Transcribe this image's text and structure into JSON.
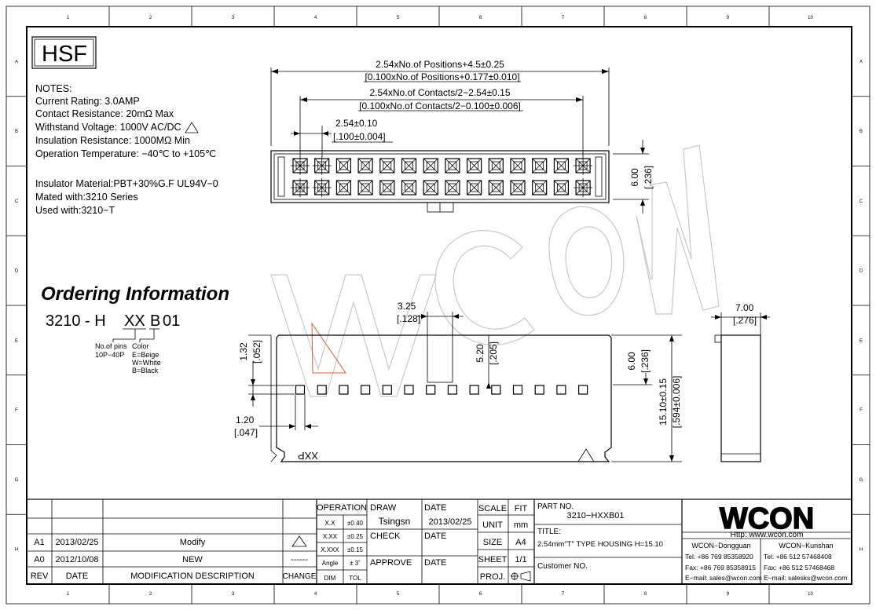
{
  "logo_text": "HSF",
  "border": {
    "cols": [
      "1",
      "2",
      "3",
      "4",
      "5",
      "6",
      "7",
      "8",
      "9",
      "10"
    ],
    "rows": [
      "A",
      "B",
      "C",
      "D",
      "E",
      "F",
      "G",
      "H"
    ]
  },
  "notes": {
    "heading": "NOTES:",
    "lines": [
      "Current Rating: 3.0AMP",
      "Contact Resistance: 20mΩ Max",
      "Withstand Voltage: 1000V AC/DC",
      "Insulation Resistance: 1000MΩ Min",
      "Operation Temperature: −40℃ to +105℃"
    ],
    "material_lines": [
      "Insulator Material:PBT+30%G.F UL94V−0",
      "Mated with:3210 Series",
      "Used with:3210−T"
    ]
  },
  "ordering": {
    "heading": "Ordering Information",
    "code_prefix": "3210 - H",
    "code_xx": "XX",
    "code_b": "B",
    "code_suffix": "01",
    "pins_label": "No.of pins",
    "pins_range": "10P−40P",
    "color_label": "Color",
    "color_options": [
      "E=Beige",
      "W=White",
      "B=Black"
    ]
  },
  "dimensions": {
    "overall": "2.54xNo.of Positions+4.5±0.25",
    "overall_in": "[0.100xNo.of Positions+0.177±0.010]",
    "contacts": "2.54xNo.of Contacts/2−2.54±0.15",
    "contacts_in": "[0.100xNo.of Contacts/2−0.100±0.006]",
    "pitch": "2.54±0.10",
    "pitch_in": "[.100±0.004]",
    "top_height": "6.00",
    "top_height_in": "[.236]",
    "key_width": "3.25",
    "key_width_in": "[.128]",
    "key_depth": "5.20",
    "key_depth_in": "[.205]",
    "pin_offset": "1.32",
    "pin_offset_in": "[.052]",
    "pin_size": "1.20",
    "pin_size_in": "[.047]",
    "front_height": "6.00",
    "front_height_in": "[.236]",
    "total_height": "15.10±0.15",
    "total_height_in": "[.594±0.006]",
    "side_width": "7.00",
    "side_width_in": "[.276]",
    "marking": "XXP"
  },
  "watermark": "WCON",
  "title_block": {
    "revisions": [
      {
        "rev": "A1",
        "date": "2013/02/25",
        "desc": "Modify",
        "change": "⚠"
      },
      {
        "rev": "A0",
        "date": "2012/10/08",
        "desc": "NEW",
        "change": "------"
      }
    ],
    "rev_header": "REV",
    "date_header": "DATE",
    "desc_header": "MODIFICATION DESCRIPTION",
    "change_header": "CHANGE",
    "operation": "OPERATION",
    "tolerances": [
      {
        "fmt": "X.X",
        "tol": "±0.40"
      },
      {
        "fmt": "X.XX",
        "tol": "±0.25"
      },
      {
        "fmt": "X.XXX",
        "tol": "±0.15"
      },
      {
        "fmt": "Angle",
        "tol": "± 3˚"
      }
    ],
    "dim": "DIM",
    "tol": "TOL",
    "draw_label": "DRAW",
    "draw_name": "Tsingsn",
    "check_label": "CHECK",
    "approve_label": "APPROVE",
    "date_label": "DATE",
    "draw_date": "2013/02/25",
    "scale_label": "SCALE",
    "scale_value": "FIT",
    "unit_label": "UNIT",
    "unit_value": "mm",
    "size_label": "SIZE",
    "size_value": "A4",
    "sheet_label": "SHEET",
    "sheet_value": "1/1",
    "proj_label": "PROJ.",
    "part_no_label": "PART NO.",
    "part_no": "3210−HXXB01",
    "title_label": "TITLE:",
    "title": "2.54mm\"T\" TYPE HOUSING H=15.10",
    "customer_label": "Customer NO.",
    "company_logo": "WCON",
    "website": "Http: www.wcon.com",
    "office_left": {
      "name": "WCON−Dongguan",
      "tel": "Tel: +86 769 85358920",
      "fax": "Fax: +86 769 85358915",
      "email": "E−mail: sales@wcon.com"
    },
    "office_right": {
      "name": "WCON−Kunshan",
      "tel": "Tel: +86 512 57468408",
      "fax": "Fax: +86 512 57468468",
      "email": "E−mail: salesks@wcon.com"
    }
  }
}
